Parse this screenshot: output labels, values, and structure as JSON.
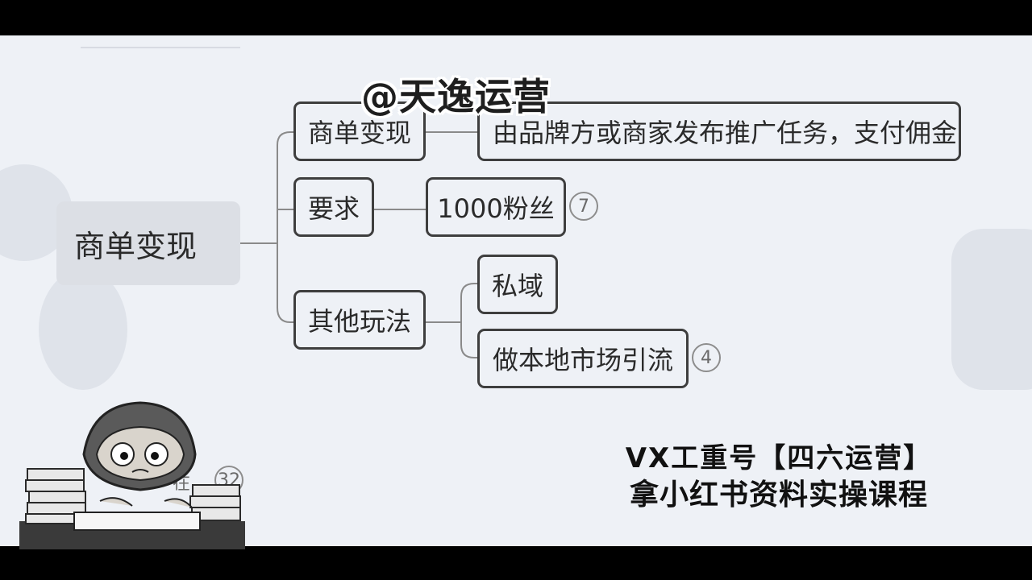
{
  "watermark": "@天逸运营",
  "root": {
    "label": "商单变现"
  },
  "branches": [
    {
      "label": "商单变现",
      "child": "由品牌方或商家发布推广任务，支付佣金"
    },
    {
      "label": "要求",
      "child": "1000粉丝",
      "badge": "7"
    },
    {
      "label": "其他玩法",
      "children": [
        {
          "label": "私域"
        },
        {
          "label": "做本地市场引流",
          "badge": "4"
        }
      ]
    }
  ],
  "hidden_partial": {
    "text": "在",
    "badge": "32"
  },
  "promo": {
    "line1": "VX工重号【四六运营】",
    "line2": "拿小红书资料实操课程"
  },
  "colors": {
    "background": "#eef1f6",
    "node_border": "#3e3e3e",
    "root_fill": "#dcdfe5"
  }
}
